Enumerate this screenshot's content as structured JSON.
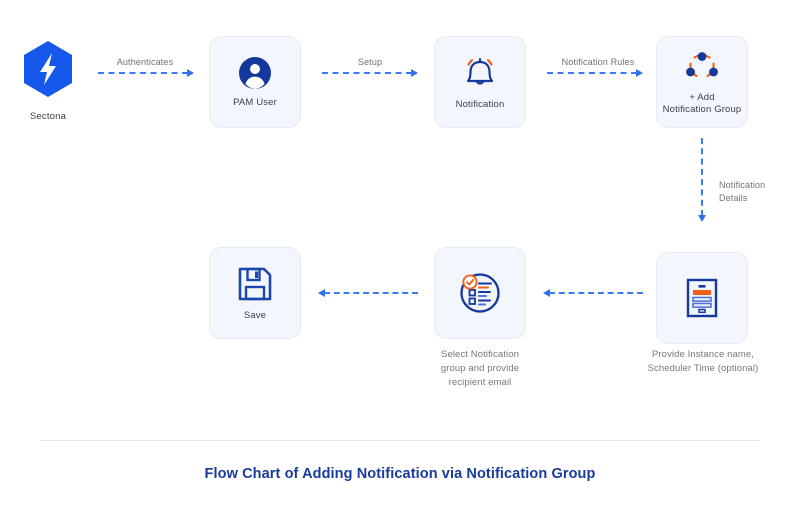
{
  "diagram": {
    "title": "Flow Chart of Adding Notification via Notification Group",
    "accent_blue": "#1a3a9c",
    "arrow_blue": "#3b7af7",
    "accent_orange": "#f4601a",
    "card_bg": "#f3f7fd"
  },
  "nodes": {
    "sectona": {
      "label": "Sectona",
      "icon": "sectona-hexagon-bolt-icon"
    },
    "pam_user": {
      "label": "PAM User",
      "icon": "user-avatar-icon"
    },
    "notification": {
      "label": "Notification",
      "icon": "bell-icon"
    },
    "add_group": {
      "label": "+ Add\nNotification Group",
      "icon": "group-nodes-icon"
    },
    "provide_instance": {
      "label": "Provide Instance name,\nScheduler Time (optional)",
      "icon": "form-document-icon"
    },
    "select_group": {
      "label": "Select Notification\ngroup and provide\nrecipient email",
      "icon": "checklist-circle-icon"
    },
    "save": {
      "label": "Save",
      "icon": "floppy-disk-save-icon"
    }
  },
  "arrows": {
    "authenticates": {
      "label": "Authenticates",
      "direction": "right"
    },
    "setup": {
      "label": "Setup",
      "direction": "right"
    },
    "notification_rules": {
      "label": "Notification Rules",
      "direction": "right"
    },
    "notification_details": {
      "label": "Notification\nDetails",
      "direction": "down"
    },
    "instance_to_select": {
      "label": "",
      "direction": "left"
    },
    "select_to_save": {
      "label": "",
      "direction": "left"
    }
  }
}
